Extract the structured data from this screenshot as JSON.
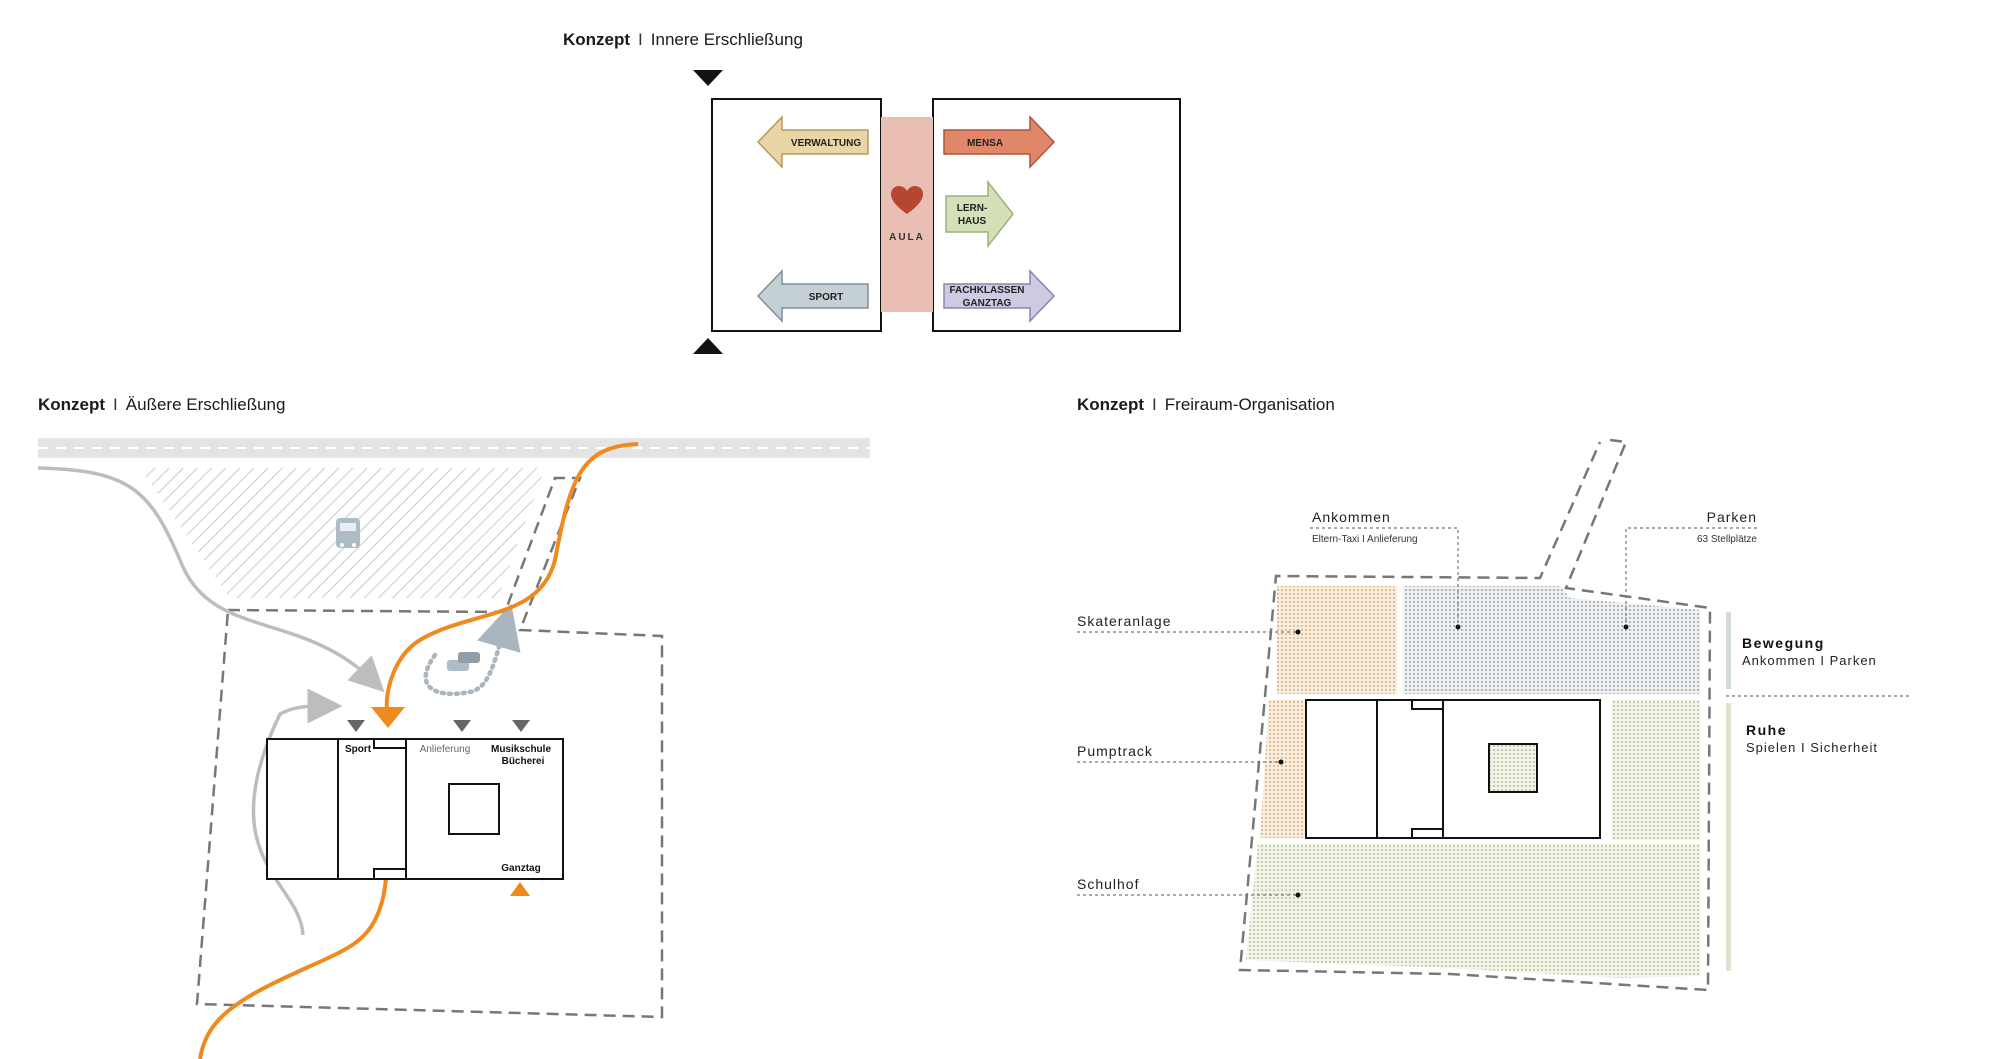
{
  "titles": {
    "top": {
      "bold": "Konzept",
      "sep": "I",
      "rest": "Innere Erschließung"
    },
    "left": {
      "bold": "Konzept",
      "sep": "I",
      "rest": "Äußere Erschließung"
    },
    "right": {
      "bold": "Konzept",
      "sep": "I",
      "rest": "Freiraum-Organisation"
    }
  },
  "inner": {
    "verwaltung": "VERWALTUNG",
    "mensa": "MENSA",
    "lernhaus_1": "LERN-",
    "lernhaus_2": "HAUS",
    "sport": "SPORT",
    "fachklassen_1": "FACHKLASSEN",
    "fachklassen_2": "GANZTAG",
    "aula": "AULA",
    "colors": {
      "verwaltung": "#e8d5a8",
      "mensa": "#e0876a",
      "lernhaus": "#d3e0b8",
      "sport": "#c5d0d5",
      "fachklassen": "#cfc9e3",
      "aula": "#e9bfb3",
      "heart": "#b5462f"
    }
  },
  "outer": {
    "sport": "Sport",
    "anlieferung": "Anlieferung",
    "musikschule": "Musikschule",
    "buecherei": "Bücherei",
    "ganztag": "Ganztag",
    "bus_icon": "bus-icon",
    "car_icon": "car-icon",
    "colors": {
      "orange": "#f08a1e",
      "grey": "#bdbdbd"
    }
  },
  "freiraum": {
    "ankommen": "Ankommen",
    "ankommen_sub": "Eltern-Taxi  I  Anlieferung",
    "parken": "Parken",
    "parken_sub": "63 Stellplätze",
    "skateranlage": "Skateranlage",
    "pumptrack": "Pumptrack",
    "schulhof": "Schulhof",
    "bewegung": "Bewegung",
    "bewegung_sub": "Ankommen  I  Parken",
    "ruhe": "Ruhe",
    "ruhe_sub": "Spielen  I  Sicherheit"
  }
}
